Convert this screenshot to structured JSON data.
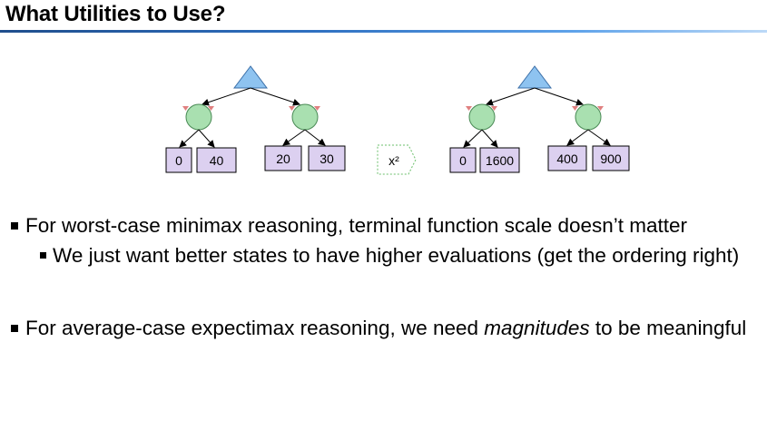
{
  "slide": {
    "title": "What Utilities to Use?"
  },
  "diagram": {
    "left_leaves": [
      "0",
      "40",
      "20",
      "30"
    ],
    "right_leaves": [
      "0",
      "1600",
      "400",
      "900"
    ],
    "transform_label": "x²"
  },
  "bullets": {
    "b1_text": "For worst-case minimax reasoning, terminal function scale doesn’t matter",
    "b1_sub_text": "We just want better states to have higher evaluations (get the ordering right)",
    "b2_pre": "For average-case expectimax reasoning, we need ",
    "b2_em": "magnitudes",
    "b2_post": " to be meaningful"
  },
  "colors": {
    "max_node": "#8ec3f0",
    "min_node": "#a9e0b0",
    "leaf_fill": "#dcd0f0",
    "title_rule": "#2e6fc0"
  }
}
